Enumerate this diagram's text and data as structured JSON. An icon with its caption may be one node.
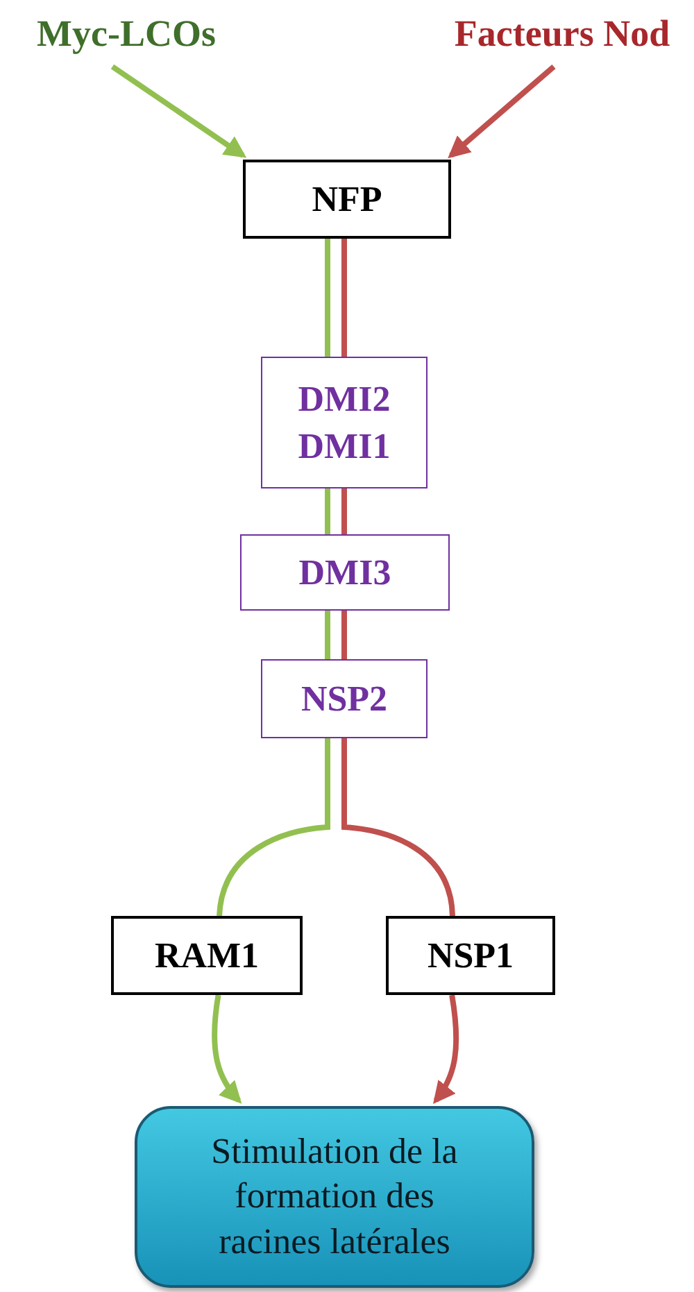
{
  "diagram": {
    "nodes": [
      {
        "text": [
          "Myc-LCOs"
        ]
      },
      {
        "text": [
          "Facteurs Nod"
        ]
      },
      {
        "text": [
          "NFP"
        ]
      },
      {
        "text": [
          "DMI2 DMI1"
        ]
      },
      {
        "text": [
          "DMI3"
        ]
      },
      {
        "text": [
          "NSP2"
        ]
      },
      {
        "text": [
          "RAM1"
        ]
      },
      {
        "text": [
          "NSP1"
        ]
      },
      {
        "text": [
          "Stimulation de la formation des racines latérales"
        ]
      }
    ],
    "edges": [
      {
        "from": 0,
        "to": 2,
        "arrow": "to",
        "color": "#92c050"
      },
      {
        "from": 1,
        "to": 2,
        "arrow": "to",
        "color": "#c0504d"
      },
      {
        "from": 2,
        "to": 3,
        "arrow": "none",
        "color": "#92c050"
      },
      {
        "from": 2,
        "to": 3,
        "arrow": "none",
        "color": "#c0504d"
      },
      {
        "from": 3,
        "to": 4,
        "arrow": "none",
        "color": "#92c050"
      },
      {
        "from": 3,
        "to": 4,
        "arrow": "none",
        "color": "#c0504d"
      },
      {
        "from": 4,
        "to": 5,
        "arrow": "none",
        "color": "#92c050"
      },
      {
        "from": 4,
        "to": 5,
        "arrow": "none",
        "color": "#c0504d"
      },
      {
        "from": 5,
        "to": 6,
        "arrow": "none",
        "color": "#92c050"
      },
      {
        "from": 5,
        "to": 7,
        "arrow": "none",
        "color": "#c0504d"
      },
      {
        "from": 6,
        "to": 8,
        "arrow": "to",
        "color": "#92c050"
      },
      {
        "from": 7,
        "to": 8,
        "arrow": "to",
        "color": "#c0504d"
      }
    ]
  }
}
